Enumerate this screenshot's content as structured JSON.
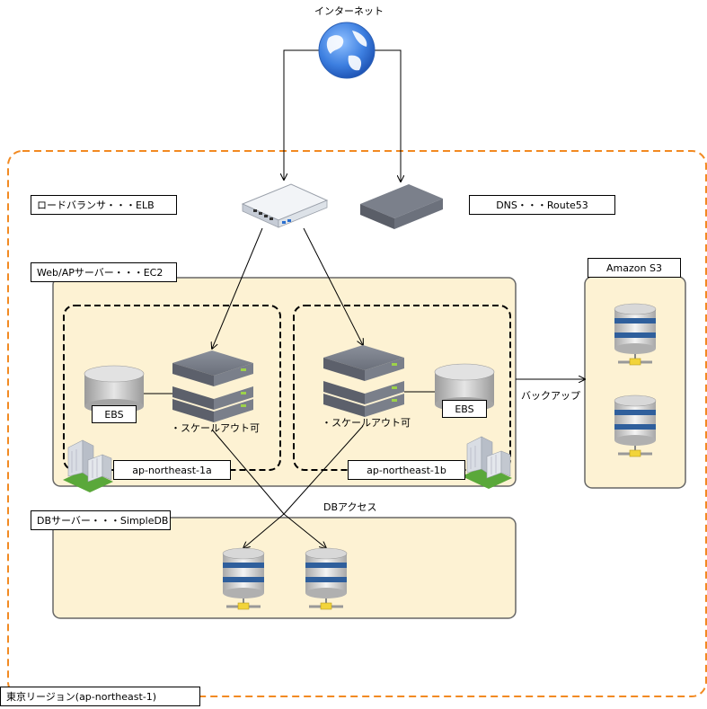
{
  "labels": {
    "internet": "インターネット",
    "elb": "ロードバランサ・・・ELB",
    "dns": "DNS・・・Route53",
    "ec2": "Web/APサーバー・・・EC2",
    "s3": "Amazon S3",
    "backup": "バックアップ",
    "ebs_left": "EBS",
    "ebs_right": "EBS",
    "scale_left": "・スケールアウト可",
    "scale_right": "・スケールアウト可",
    "az_a": "ap-northeast-1a",
    "az_b": "ap-northeast-1b",
    "db_access": "DBアクセス",
    "db": "DBサーバー・・・SimpleDB",
    "region": "東京リージョン(ap-northeast-1)"
  },
  "colors": {
    "region_border": "#f28a22",
    "zone_fill": "#fdf2d3",
    "server_body": "#6f7480",
    "server_led": "#9dd24a",
    "db_band": "#2f5f9c",
    "db_connector": "#f2d43a",
    "globe": "#3d7fe0"
  },
  "icons": [
    "globe-icon",
    "switch-icon",
    "router-icon",
    "server-stack-icon",
    "ebs-volume-icon",
    "database-icon",
    "building-icon"
  ]
}
